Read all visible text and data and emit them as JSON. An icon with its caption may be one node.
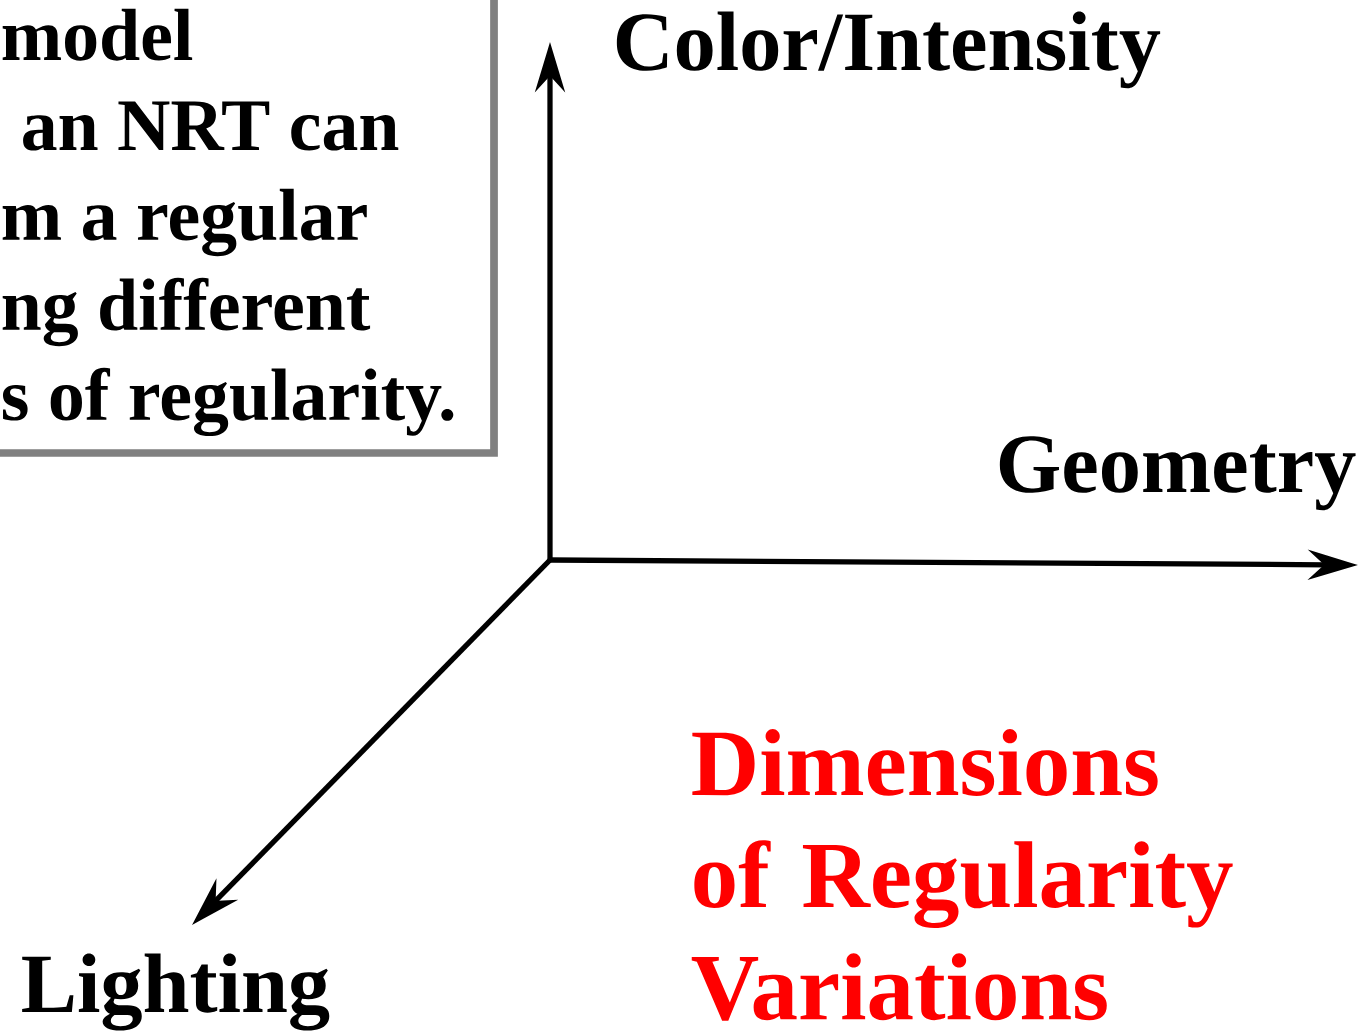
{
  "diagram": {
    "nodes": [
      {
        "text": [
          "model",
          "an NRT can",
          "m a regular",
          "ng  different",
          "s of regularity."
        ]
      }
    ],
    "edges": [],
    "labels": [
      "Color/Intensity",
      "Geometry",
      "Lighting",
      "Dimensions of Regularity Variations"
    ]
  }
}
